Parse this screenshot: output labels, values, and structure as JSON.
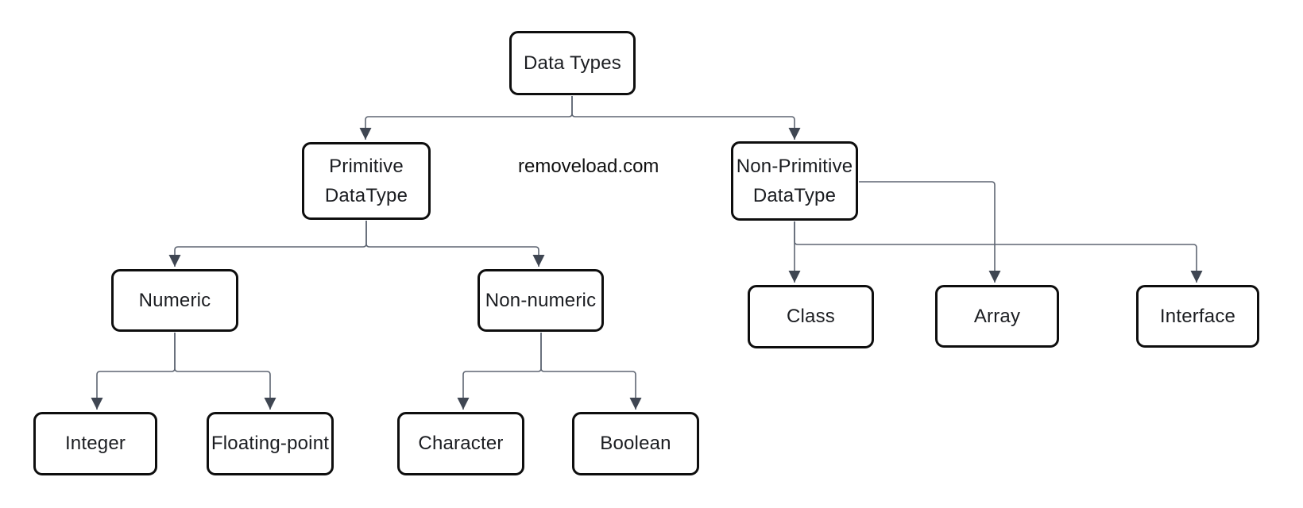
{
  "diagram": {
    "title_node": "Data Types",
    "watermark": "removeload.com",
    "nodes": {
      "data_types": {
        "label": "Data Types"
      },
      "primitive": {
        "lines": [
          "Primitive",
          "DataType"
        ]
      },
      "non_primitive": {
        "lines": [
          "Non-Primitive",
          "DataType"
        ]
      },
      "numeric": {
        "label": "Numeric"
      },
      "non_numeric": {
        "label": "Non-numeric"
      },
      "integer": {
        "label": "Integer"
      },
      "floating_point": {
        "label": "Floating-point"
      },
      "character": {
        "label": "Character"
      },
      "boolean": {
        "label": "Boolean"
      },
      "class": {
        "label": "Class"
      },
      "array": {
        "label": "Array"
      },
      "interface": {
        "label": "Interface"
      }
    },
    "edges": [
      {
        "from": "data_types",
        "to": "primitive"
      },
      {
        "from": "data_types",
        "to": "non_primitive"
      },
      {
        "from": "primitive",
        "to": "numeric"
      },
      {
        "from": "primitive",
        "to": "non_numeric"
      },
      {
        "from": "numeric",
        "to": "integer"
      },
      {
        "from": "numeric",
        "to": "floating_point"
      },
      {
        "from": "non_numeric",
        "to": "character"
      },
      {
        "from": "non_numeric",
        "to": "boolean"
      },
      {
        "from": "non_primitive",
        "to": "class"
      },
      {
        "from": "non_primitive",
        "to": "array"
      },
      {
        "from": "non_primitive",
        "to": "interface"
      }
    ],
    "colors": {
      "background": "#ffffff",
      "box_border": "#0e0e0e",
      "box_fill": "#ffffff",
      "connector": "#5e6572",
      "arrowhead": "#3f4652",
      "text": "#1b1d21"
    }
  }
}
